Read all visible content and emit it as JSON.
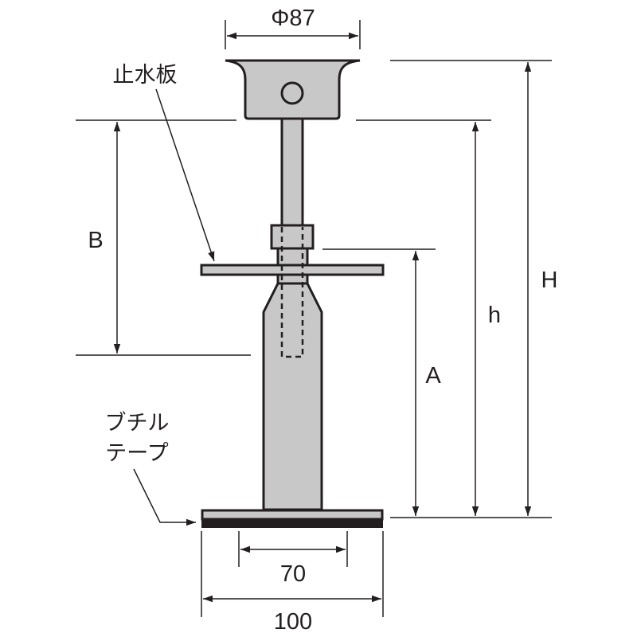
{
  "dimensions": {
    "top_diameter": "Φ87",
    "base_inner": "70",
    "base_width": "100",
    "B": "B",
    "A": "A",
    "h": "h",
    "H": "H"
  },
  "labels": {
    "water_stop_plate": "止水板",
    "butyl_tape_line1": "ブチル",
    "butyl_tape_line2": "テープ"
  },
  "colors": {
    "part_fill": "#c8c8c8",
    "line": "#231f20"
  }
}
